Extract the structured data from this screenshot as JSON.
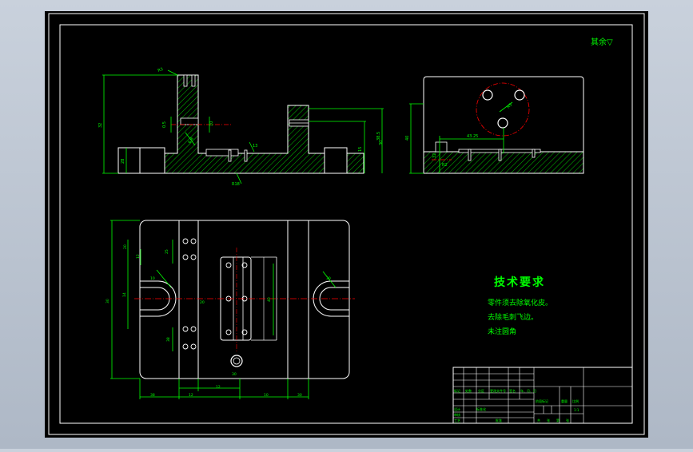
{
  "colors": {
    "background": "#000000",
    "frame": "#ffffff",
    "outline": "#ffffff",
    "dimension": "#00ff00",
    "hatch": "#00c000",
    "centerline": "#ff0000",
    "text": "#00ff00",
    "desktop": "#b8c1cd"
  },
  "roughness_note": "其余▽",
  "tech_requirements": {
    "title": "技术要求",
    "items": [
      "零件须去除氧化皮。",
      "去除毛刺飞边。",
      "未注圆角"
    ]
  },
  "front_view": {
    "dims": [
      "R3",
      "0.5",
      "32",
      "28",
      "10",
      "13",
      "15",
      "30",
      "38.5",
      "R18",
      "6.8"
    ]
  },
  "side_view": {
    "dims": [
      "40",
      "43.25",
      "32",
      "R2",
      "R5"
    ]
  },
  "plan_view": {
    "dims": [
      "30",
      "20",
      "12",
      "14",
      "25",
      "38",
      "40",
      "38",
      "12",
      "12",
      "10",
      "30",
      "10",
      "30",
      "20",
      "30"
    ]
  },
  "title_block": {
    "labels": [
      "标记",
      "处数",
      "分区",
      "更改文件号",
      "签名",
      "年、月、日",
      "设计",
      "标准化",
      "阶段标记",
      "重量",
      "比例",
      "审核",
      "工艺",
      "批准",
      "共",
      "张",
      "第",
      "张",
      "1:1"
    ]
  }
}
